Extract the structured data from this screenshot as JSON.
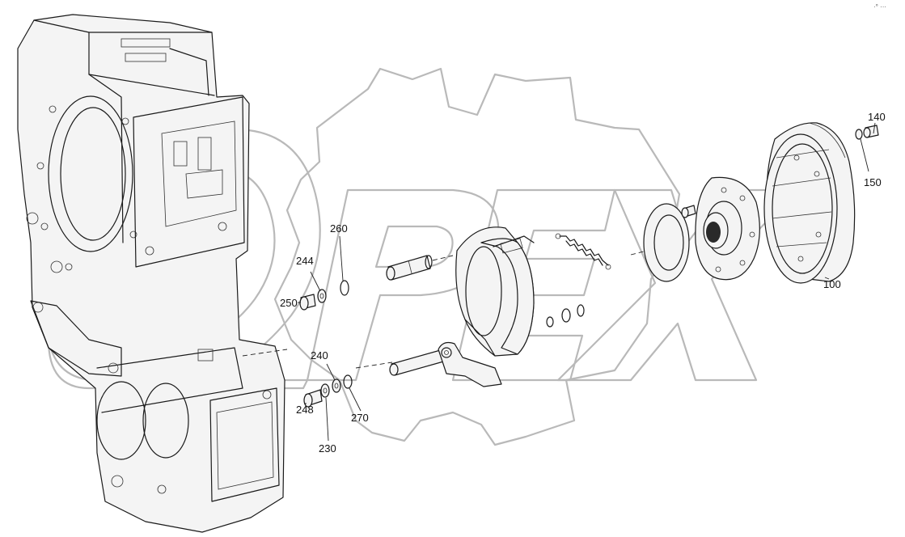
{
  "watermark": "OPEX",
  "corner_mark": "·° ···",
  "callouts": [
    {
      "id": "c100",
      "label": "100"
    },
    {
      "id": "c140",
      "label": "140"
    },
    {
      "id": "c150",
      "label": "150"
    },
    {
      "id": "c230",
      "label": "230"
    },
    {
      "id": "c240",
      "label": "240"
    },
    {
      "id": "c244",
      "label": "244"
    },
    {
      "id": "c248",
      "label": "248"
    },
    {
      "id": "c250",
      "label": "250"
    },
    {
      "id": "c260",
      "label": "260"
    },
    {
      "id": "c270",
      "label": "270"
    }
  ]
}
